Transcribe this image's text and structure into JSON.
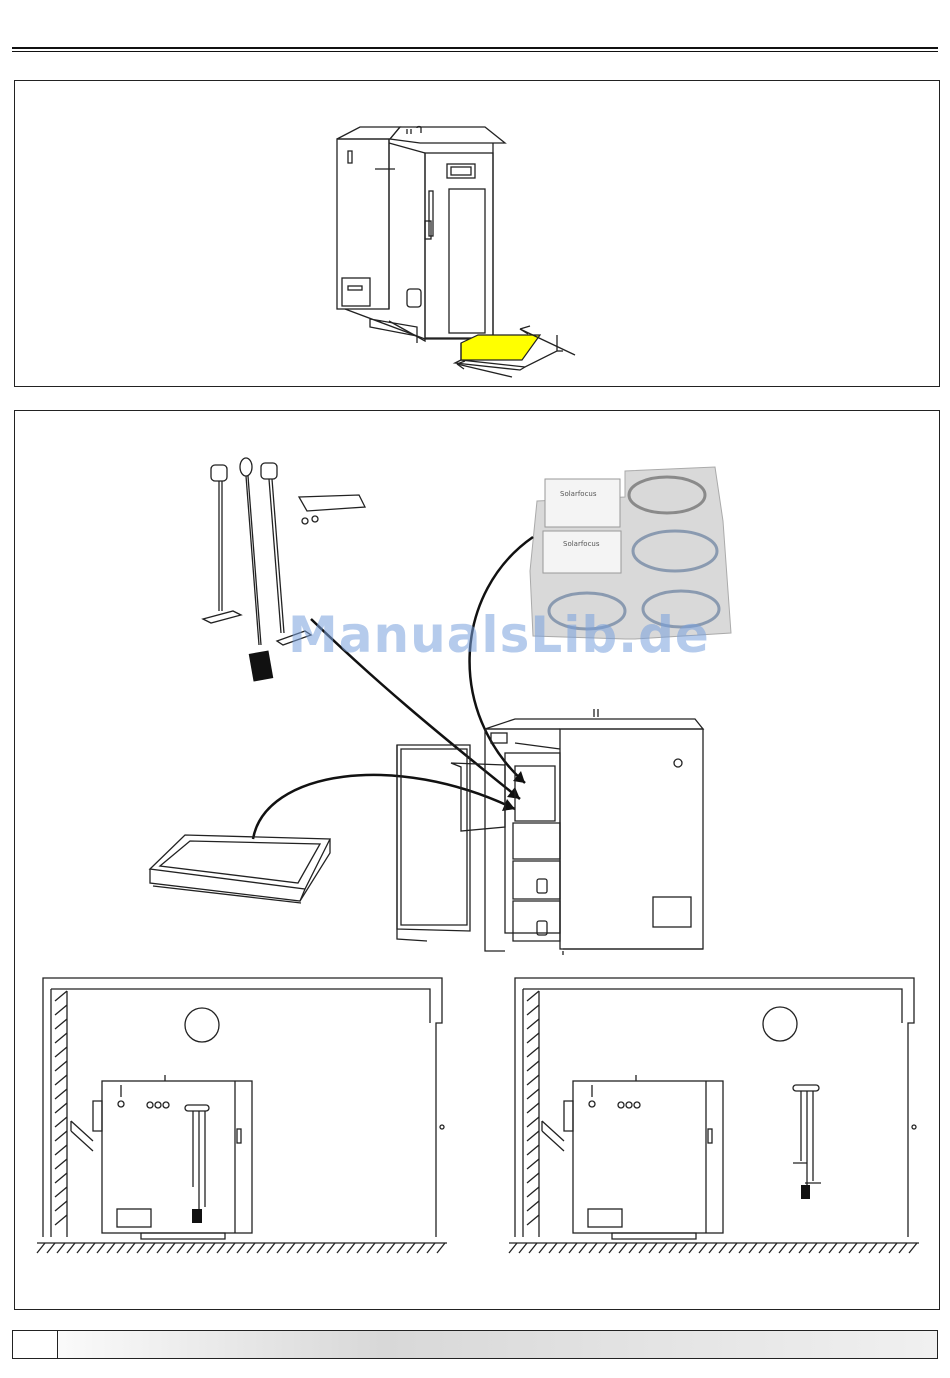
{
  "watermark": "ManualsLib.de",
  "colors": {
    "line": "#222222",
    "highlight": "#ffff00",
    "watermark": "#78a0dc"
  },
  "figures": {
    "top": {
      "highlighted_part": "drawer-tray"
    },
    "middle": {
      "items": [
        "cleaning-tools",
        "gasket-packages",
        "ash-tray",
        "boiler-open-doors"
      ]
    },
    "bottom_left": {
      "marker": ""
    },
    "bottom_right": {
      "marker": ""
    }
  },
  "footer": {
    "page_number": ""
  }
}
